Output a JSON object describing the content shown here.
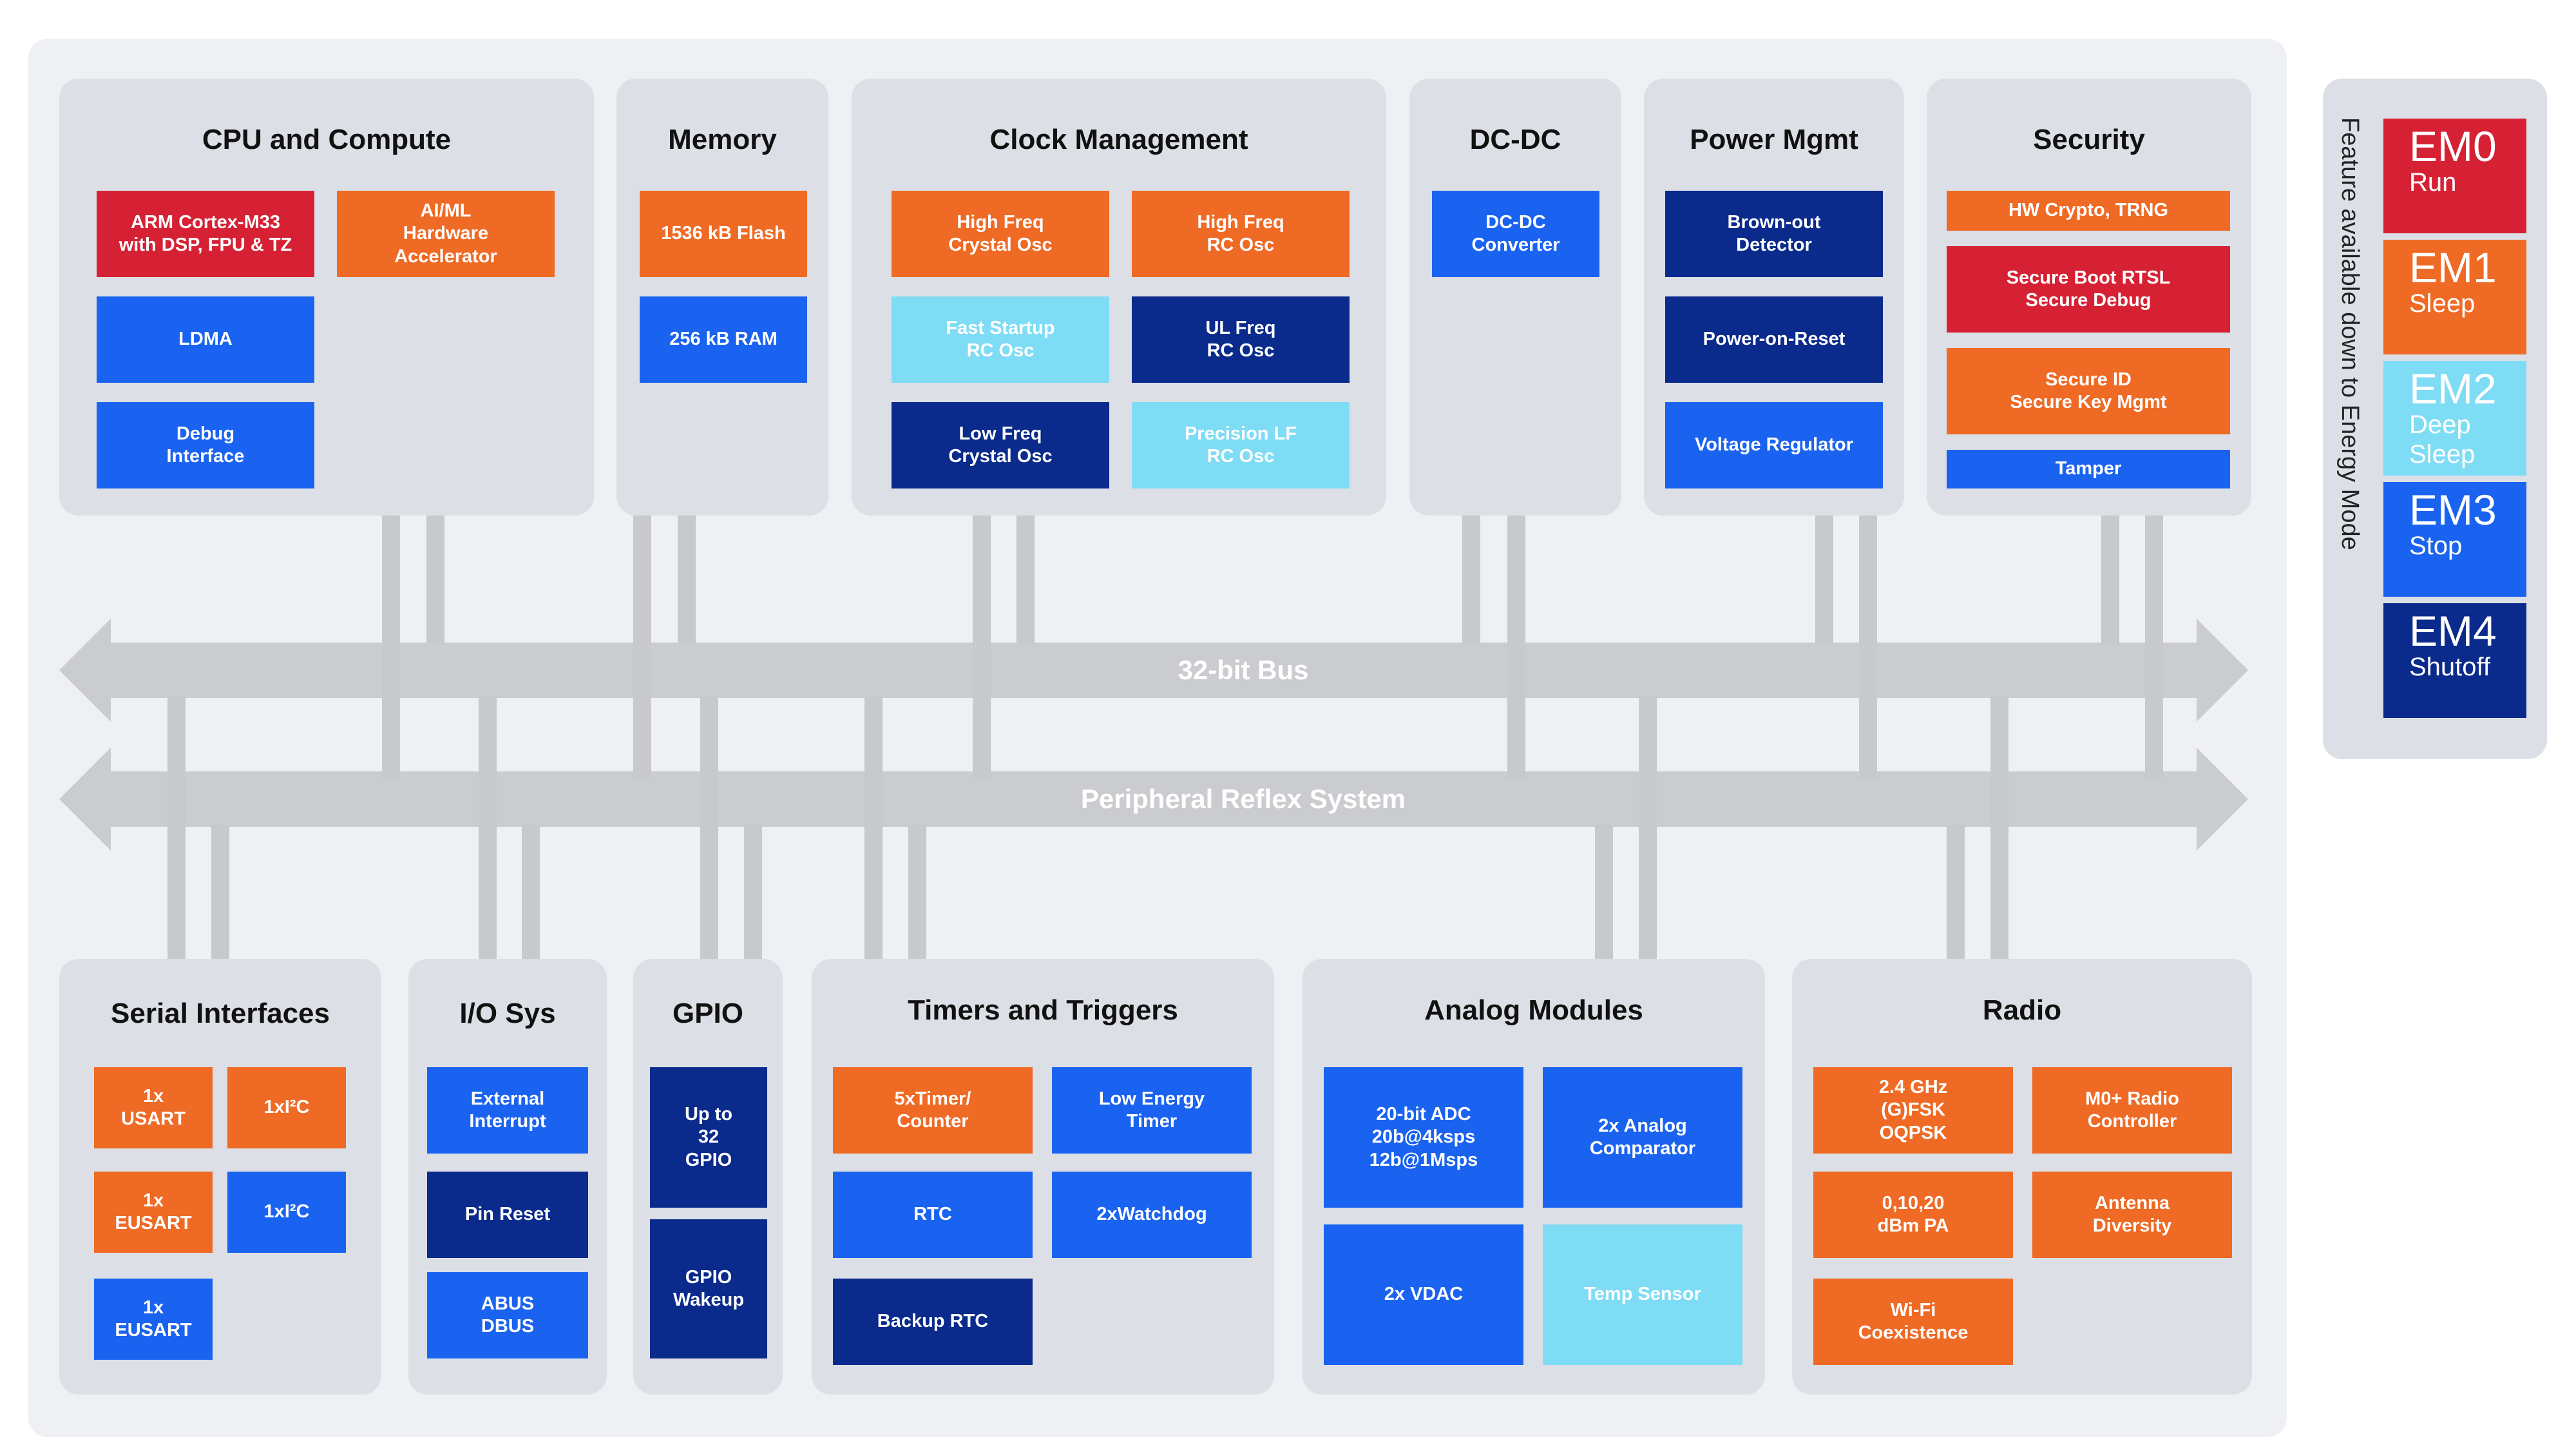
{
  "colors": {
    "red": "#d62134",
    "orange": "#ef6a24",
    "blue": "#1a63f0",
    "navy": "#0a2a8c",
    "cyan": "#7fdcf5",
    "bar": "#c8c9cc",
    "panel": "#dcdfe5"
  },
  "groups": {
    "cpu": {
      "title": "CPU and Compute",
      "blocks": [
        "ARM Cortex-M33\nwith DSP, FPU & TZ",
        "AI/ML\nHardware\nAccelerator",
        "LDMA",
        "Debug\nInterface"
      ]
    },
    "memory": {
      "title": "Memory",
      "blocks": [
        "1536 kB Flash",
        "256 kB RAM"
      ]
    },
    "clock": {
      "title": "Clock Management",
      "blocks": [
        "High Freq\nCrystal Osc",
        "High Freq\nRC Osc",
        "Fast Startup\nRC Osc",
        "UL Freq\nRC Osc",
        "Low Freq\nCrystal Osc",
        "Precision LF\nRC Osc"
      ]
    },
    "dcdc": {
      "title": "DC-DC",
      "blocks": [
        "DC-DC\nConverter"
      ]
    },
    "power": {
      "title": "Power Mgmt",
      "blocks": [
        "Brown-out\nDetector",
        "Power-on-Reset",
        "Voltage Regulator"
      ]
    },
    "security": {
      "title": "Security",
      "blocks": [
        "HW Crypto, TRNG",
        "Secure Boot RTSL\nSecure Debug",
        "Secure ID\nSecure Key Mgmt",
        "Tamper"
      ]
    },
    "serial": {
      "title": "Serial Interfaces",
      "blocks": [
        "1x\nUSART",
        "1xI²C",
        "1x\nEUSART",
        "1xI²C",
        "1x\nEUSART"
      ]
    },
    "io": {
      "title": "I/O Sys",
      "blocks": [
        "External\nInterrupt",
        "Pin Reset",
        "ABUS\nDBUS"
      ]
    },
    "gpio": {
      "title": "GPIO",
      "blocks": [
        "Up to\n32\nGPIO",
        "GPIO\nWakeup"
      ]
    },
    "timers": {
      "title": "Timers and Triggers",
      "blocks": [
        "5xTimer/\nCounter",
        "Low Energy\nTimer",
        "RTC",
        "2xWatchdog",
        "Backup RTC"
      ]
    },
    "analog": {
      "title": "Analog Modules",
      "blocks": [
        "20-bit ADC\n20b@4ksps\n12b@1Msps",
        "2x Analog\nComparator",
        "2x VDAC",
        "Temp Sensor"
      ]
    },
    "radio": {
      "title": "Radio",
      "blocks": [
        "2.4 GHz\n(G)FSK\nOQPSK",
        "M0+ Radio\nController",
        "0,10,20\ndBm PA",
        "Antenna\nDiversity",
        "Wi-Fi\nCoexistence"
      ]
    }
  },
  "buses": {
    "main": "32-bit Bus",
    "prs": "Peripheral Reflex System"
  },
  "legend": {
    "caption": "Feature available down to Energy Mode",
    "modes": [
      {
        "name": "EM0",
        "desc": "Run"
      },
      {
        "name": "EM1",
        "desc": "Sleep"
      },
      {
        "name": "EM2",
        "desc": "Deep\nSleep"
      },
      {
        "name": "EM3",
        "desc": "Stop"
      },
      {
        "name": "EM4",
        "desc": "Shutoff"
      }
    ]
  }
}
